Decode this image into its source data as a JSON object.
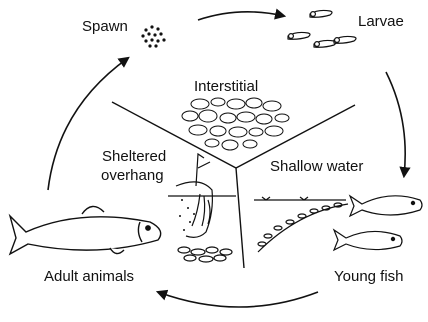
{
  "labels": {
    "spawn": "Spawn",
    "larvae": "Larvae",
    "interstitial": "Interstitial",
    "sheltered_line1": "Sheltered",
    "sheltered_line2": "overhang",
    "shallow_water": "Shallow water",
    "young_fish": "Young fish",
    "adult_animals": "Adult animals"
  },
  "colors": {
    "ink": "#111111",
    "background": "#ffffff"
  }
}
